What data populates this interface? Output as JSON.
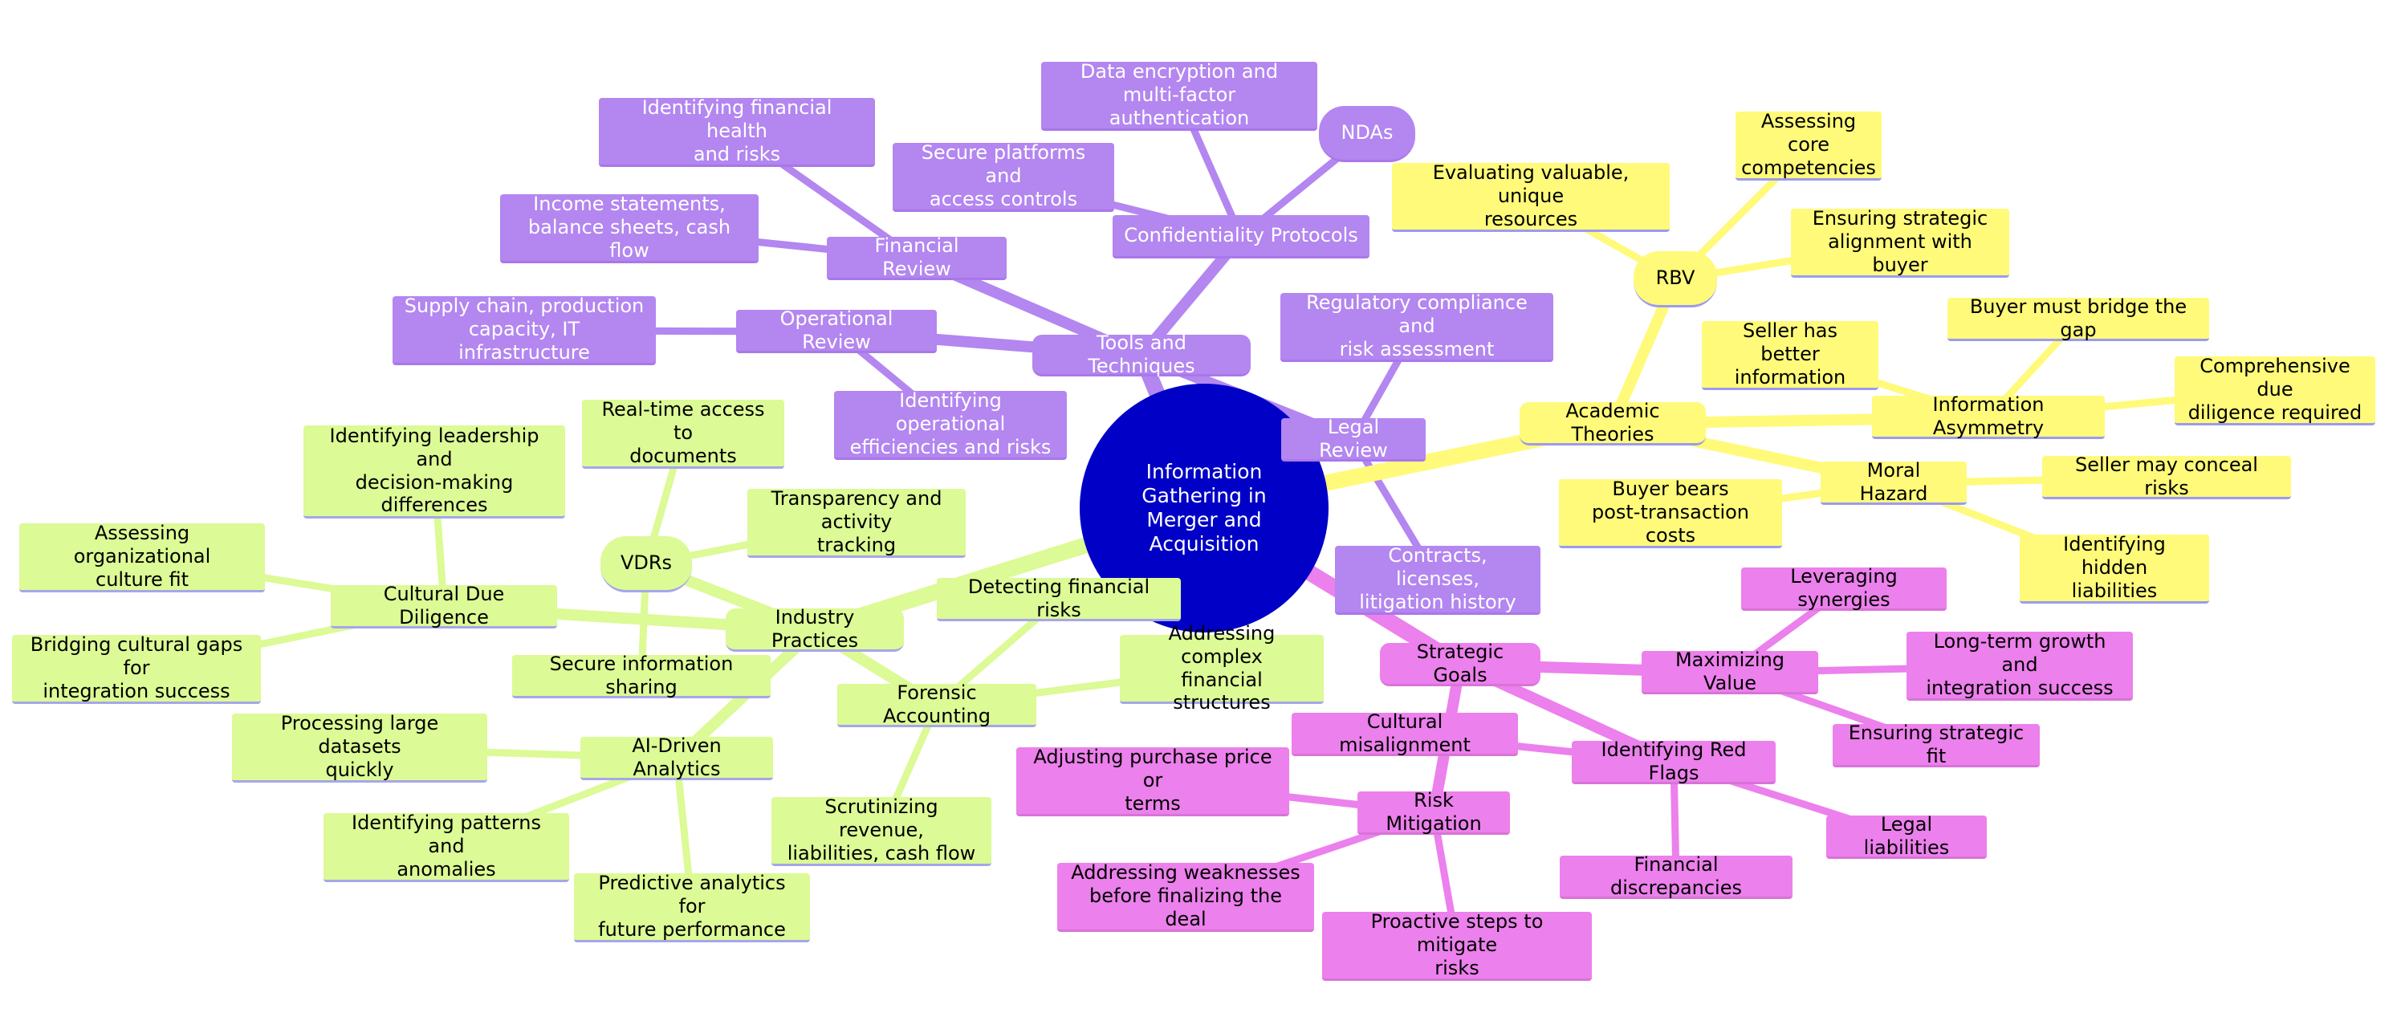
{
  "colors": {
    "root": "#0000c6",
    "violet": "#b386f0",
    "yellow": "#fffa7a",
    "lime": "#dcfa95",
    "pink": "#ec80ec"
  },
  "root": {
    "label": "Information Gathering in\nMerger and Acquisition"
  },
  "tools": {
    "label": "Tools and Techniques",
    "financial_review": {
      "label": "Financial Review",
      "items": [
        "Identifying financial health\nand risks",
        "Income statements,\nbalance sheets, cash flow"
      ]
    },
    "operational_review": {
      "label": "Operational Review",
      "items": [
        "Supply chain, production\ncapacity, IT infrastructure",
        "Identifying operational\nefficiencies and risks"
      ]
    },
    "confidentiality": {
      "label": "Confidentiality Protocols",
      "items": [
        "Data encryption and\nmulti-factor authentication",
        "NDAs",
        "Secure platforms and\naccess controls"
      ]
    },
    "legal_review": {
      "label": "Legal Review",
      "items": [
        "Regulatory compliance and\nrisk assessment",
        "Contracts, licenses,\nlitigation history"
      ]
    }
  },
  "academic": {
    "label": "Academic Theories",
    "rbv": {
      "label": "RBV",
      "items": [
        "Evaluating valuable, unique\nresources",
        "Assessing core\ncompetencies",
        "Ensuring strategic\nalignment with buyer"
      ]
    },
    "info_asym": {
      "label": "Information Asymmetry",
      "items": [
        "Seller has better\ninformation",
        "Buyer must bridge the gap",
        "Comprehensive due\ndiligence required"
      ]
    },
    "moral_hazard": {
      "label": "Moral Hazard",
      "items": [
        "Buyer bears\npost-transaction costs",
        "Seller may conceal risks",
        "Identifying hidden\nliabilities"
      ]
    }
  },
  "industry": {
    "label": "Industry Practices",
    "vdrs": {
      "label": "VDRs",
      "items": [
        "Real-time access to\ndocuments",
        "Transparency and activity\ntracking",
        "Secure information sharing"
      ]
    },
    "cultural": {
      "label": "Cultural Due Diligence",
      "items": [
        "Identifying leadership and\ndecision-making\ndifferences",
        "Assessing organizational\nculture fit",
        "Bridging cultural gaps for\nintegration success"
      ]
    },
    "ai": {
      "label": "AI-Driven Analytics",
      "items": [
        "Processing large datasets\nquickly",
        "Identifying patterns and\nanomalies",
        "Predictive analytics for\nfuture performance"
      ]
    },
    "forensic": {
      "label": "Forensic Accounting",
      "items": [
        "Detecting financial risks",
        "Addressing complex\nfinancial structures",
        "Scrutinizing revenue,\nliabilities, cash flow"
      ]
    }
  },
  "strategic": {
    "label": "Strategic Goals",
    "max_value": {
      "label": "Maximizing Value",
      "items": [
        "Leveraging synergies",
        "Long-term growth and\nintegration success",
        "Ensuring strategic fit"
      ]
    },
    "red_flags": {
      "label": "Identifying Red Flags",
      "items": [
        "Cultural misalignment",
        "Financial discrepancies",
        "Legal liabilities"
      ]
    },
    "risk_mit": {
      "label": "Risk Mitigation",
      "items": [
        "Adjusting purchase price or\nterms",
        "Addressing weaknesses\nbefore finalizing the deal",
        "Proactive steps to mitigate\nrisks"
      ]
    }
  }
}
